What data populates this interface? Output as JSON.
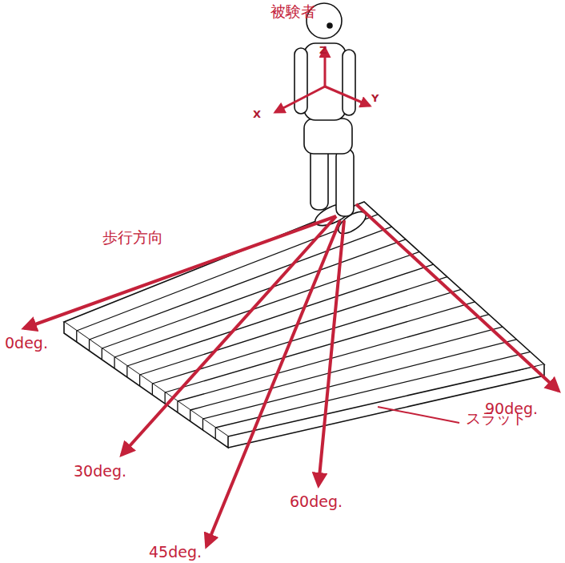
{
  "diagram": {
    "labels": [
      "被験者",
      "Z",
      "X",
      "Y",
      "歩行方向",
      "0deg.",
      "30deg.",
      "45deg.",
      "60deg.",
      "90deg.",
      "スラット"
    ]
  }
}
